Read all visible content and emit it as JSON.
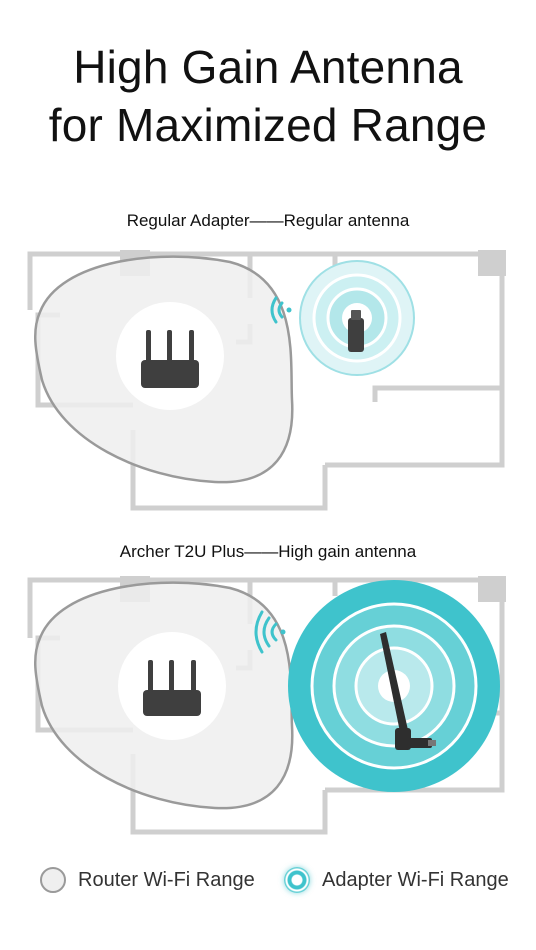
{
  "title": {
    "line1": "High Gain Antenna",
    "line2": "for Maximized Range"
  },
  "panels": [
    {
      "caption": "Regular Adapter——Regular antenna",
      "adapter": "regular"
    },
    {
      "caption": "Archer T2U Plus——High gain antenna",
      "adapter": "high-gain"
    }
  ],
  "legend": {
    "router": "Router Wi-Fi Range",
    "adapter": "Adapter Wi-Fi Range"
  },
  "colors": {
    "router_range_fill": "#efefef",
    "router_range_stroke": "#9a9a9a",
    "walls": "#cfcfcf",
    "adapter_teal": "#3fc3cc",
    "device": "#3f3f3f"
  }
}
